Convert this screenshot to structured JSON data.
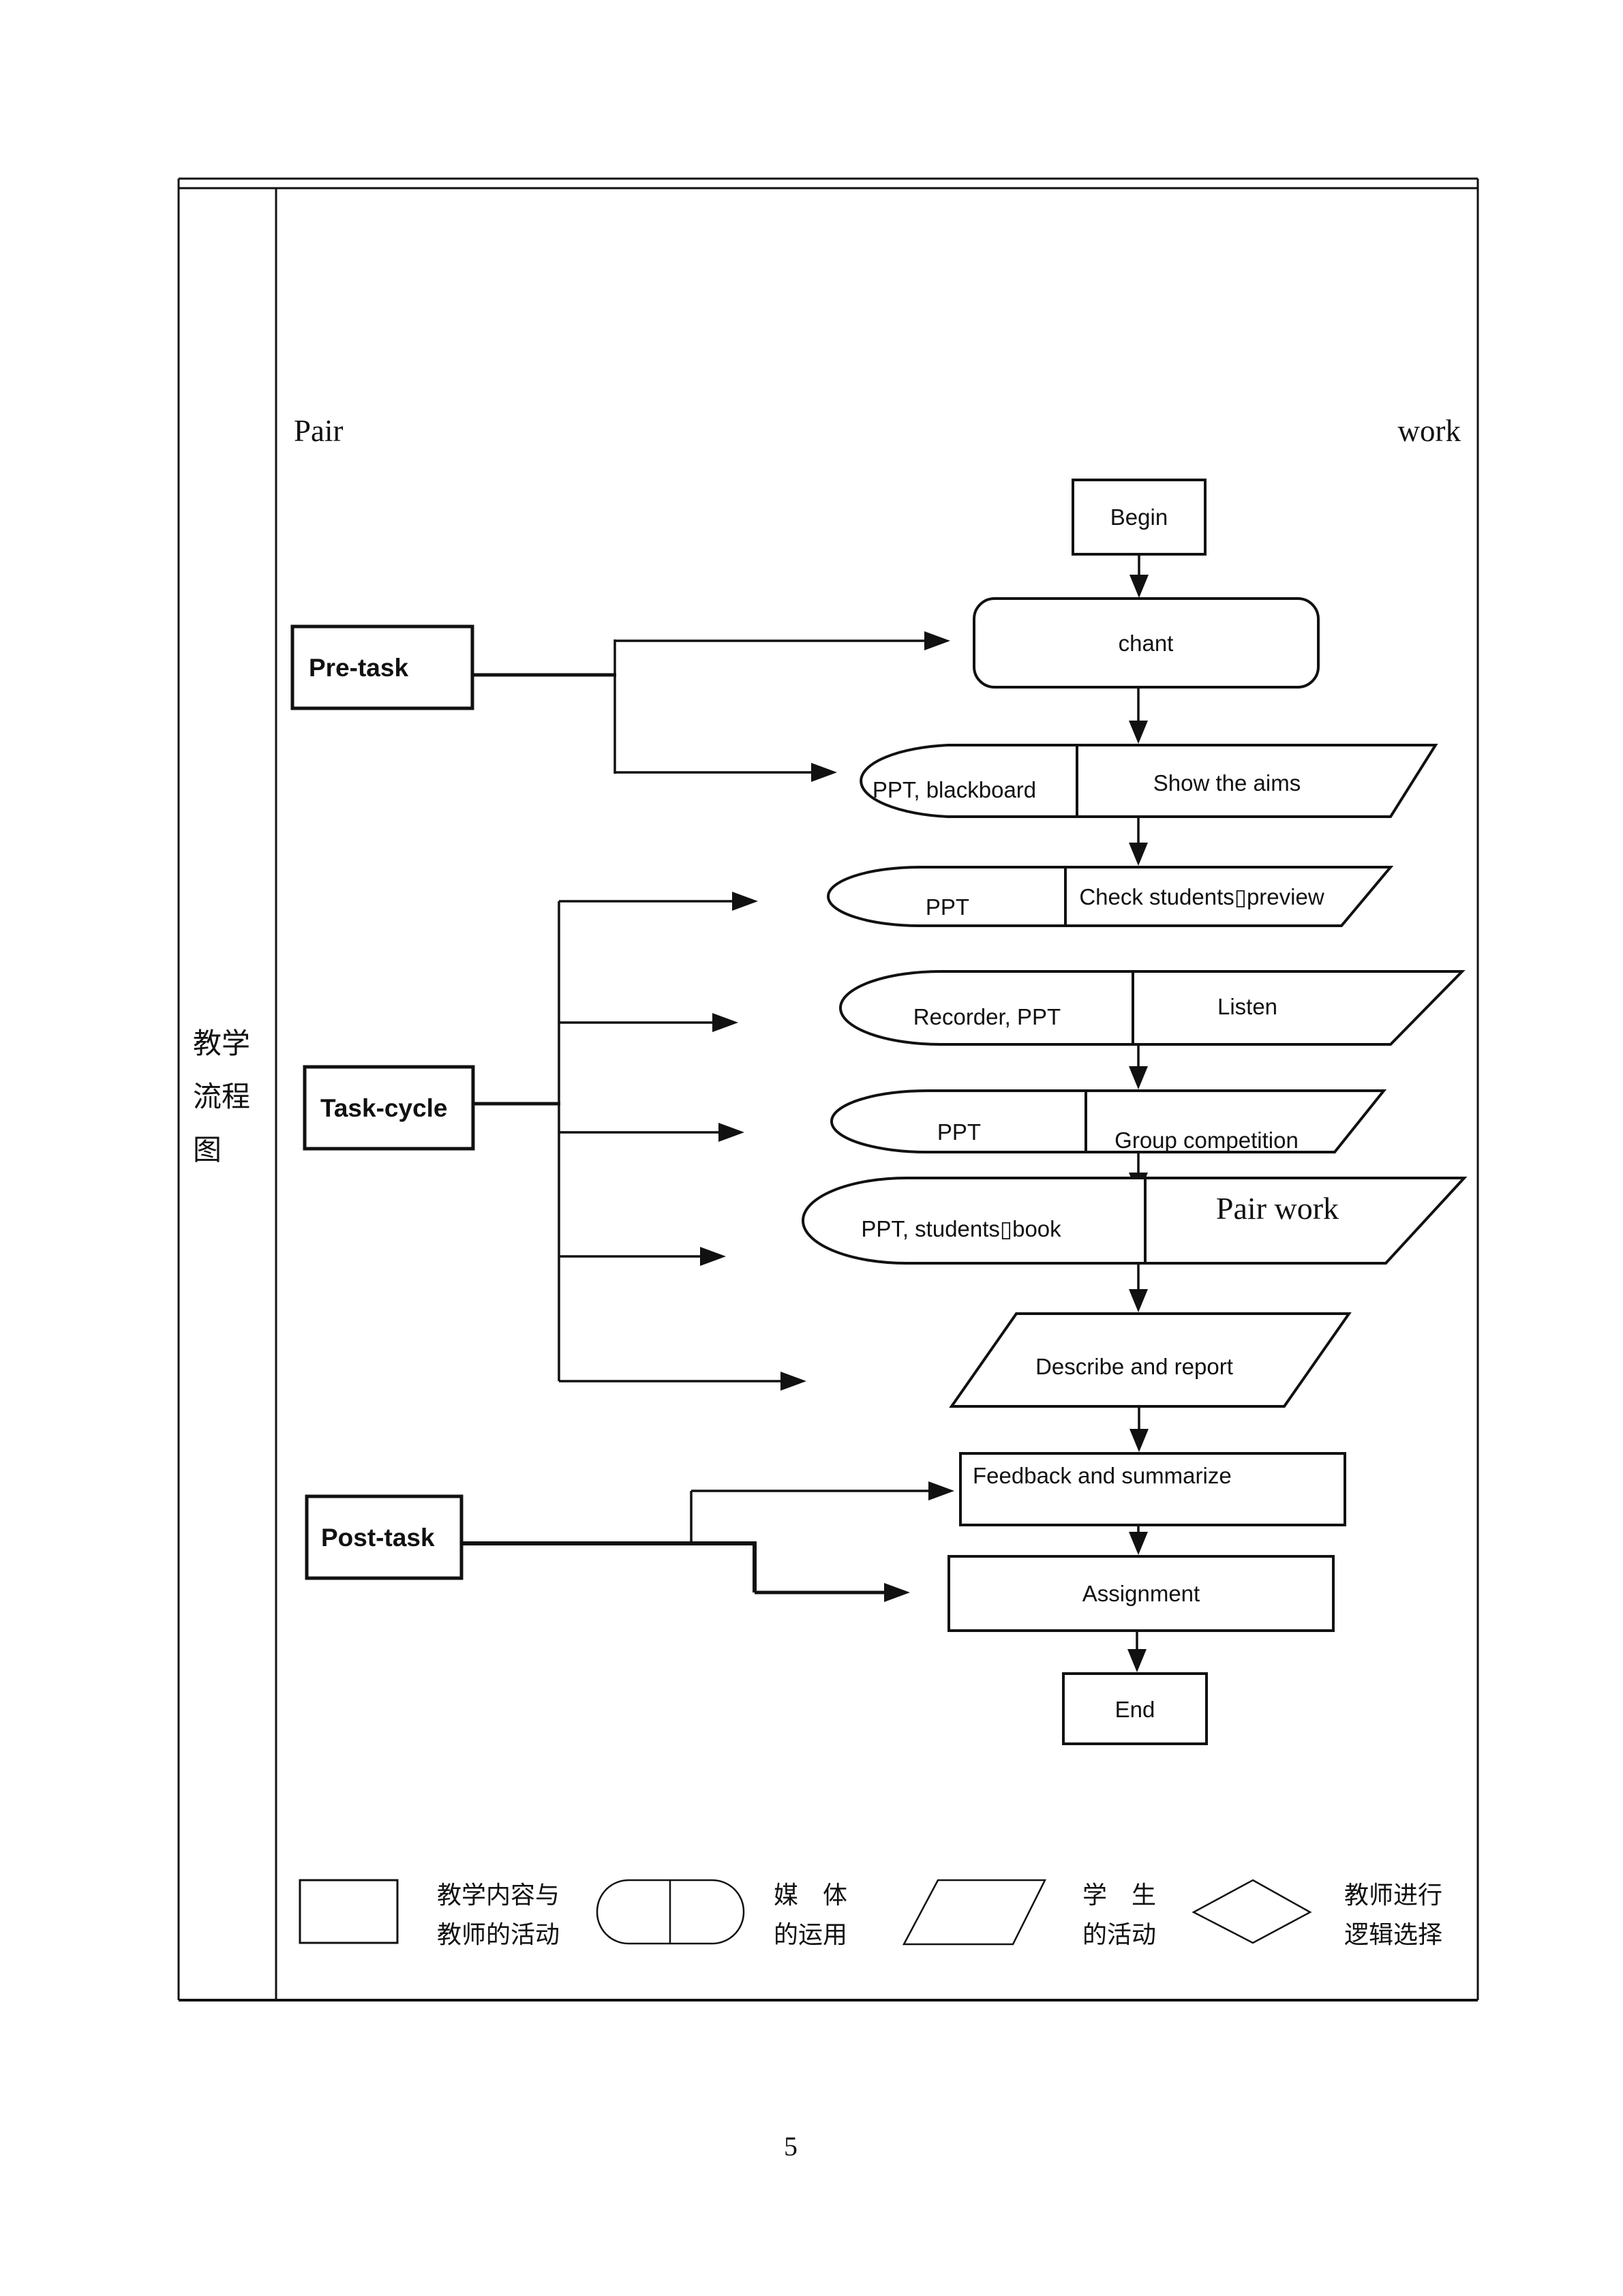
{
  "page_number": "5",
  "sidebar": {
    "title_line1": "教学",
    "title_line2": "流程",
    "title_line3": "图"
  },
  "header": {
    "left_text": "Pair",
    "right_text": "work"
  },
  "stages": {
    "pre": "Pre-task",
    "task": "Task-cycle",
    "post": "Post-task"
  },
  "nodes": {
    "begin": "Begin",
    "chant": "chant",
    "describe": "Describe and report",
    "feedback": "Feedback and summarize",
    "assignment": "Assignment",
    "end": "End"
  },
  "rows": [
    {
      "media": "PPT, blackboard",
      "activity": "Show the aims"
    },
    {
      "media": "PPT",
      "activity": "Check students▯preview"
    },
    {
      "media": "Recorder, PPT",
      "activity": "Listen"
    },
    {
      "media": "PPT",
      "activity": "Group competition"
    },
    {
      "media": "PPT, students▯book",
      "activity": "Pair work"
    }
  ],
  "legend": [
    {
      "symbol": "rectangle",
      "line1": "教学内容与",
      "line2": "教师的活动"
    },
    {
      "symbol": "media-capsule",
      "line1": "媒　体",
      "line2": "的运用"
    },
    {
      "symbol": "parallelogram",
      "line1": "学　生",
      "line2": "的活动"
    },
    {
      "symbol": "diamond",
      "line1": "教师进行",
      "line2": "逻辑选择"
    }
  ],
  "colors": {
    "ink": "#111111",
    "paper": "#ffffff"
  }
}
